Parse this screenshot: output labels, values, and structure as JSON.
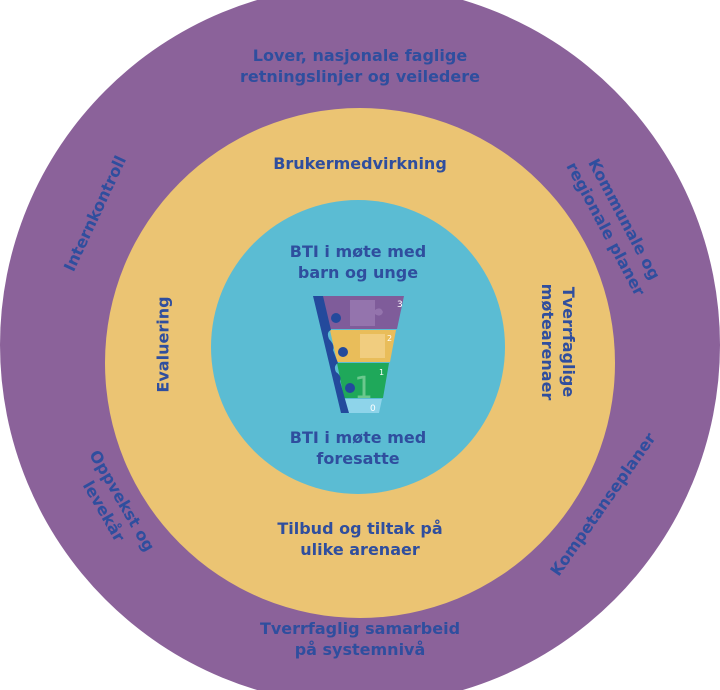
{
  "outer_ring": {
    "color": "#8b629a",
    "top": {
      "line1": "Lover, nasjonale faglige",
      "line2": "retningslinjer og veiledere"
    },
    "upper_right": {
      "line1": "Kommunale og",
      "line2": "regionale planer"
    },
    "lower_right": "Kompetanseplaner",
    "bottom": {
      "line1": "Tverrfaglig samarbeid",
      "line2": "på systemnivå"
    },
    "lower_left": {
      "line1": "Oppvekst og",
      "line2": "levekår"
    },
    "upper_left": "Internkontroll"
  },
  "middle_ring": {
    "color": "#ebc473",
    "top": "Brukermedvirkning",
    "left": "Evaluering",
    "right": {
      "line1": "Tverrfaglige",
      "line2": "møtearenaer"
    },
    "bottom": {
      "line1": "Tilbud og tiltak på",
      "line2": "ulike arenaer"
    }
  },
  "inner_circle": {
    "color": "#5bbcd3",
    "top": {
      "line1": "BTI i møte med",
      "line2": "barn og unge"
    },
    "bottom": {
      "line1": "BTI i møte med",
      "line2": "foresatte"
    }
  },
  "funnel": {
    "levels": [
      "3",
      "2",
      "1",
      "0"
    ],
    "big_number": "1",
    "colors": {
      "level3": "#7f5c9a",
      "level2": "#e9bd5a",
      "level1": "#1fa85a",
      "level0": "#8ed4ea",
      "rim": "#234a9c"
    }
  },
  "text_color": "#2f4e9e"
}
